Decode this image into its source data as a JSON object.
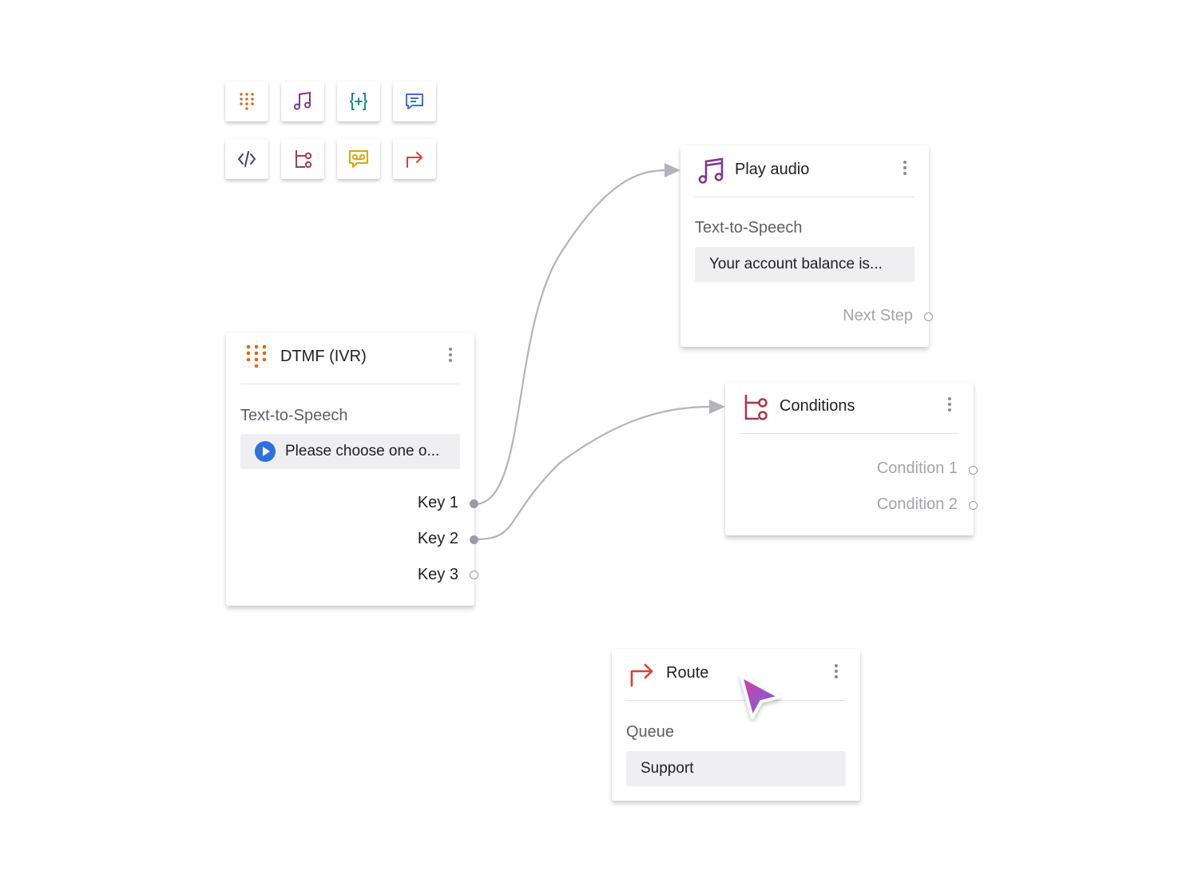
{
  "palette": [
    {
      "icon": "dialpad-icon",
      "color": "#e0670d"
    },
    {
      "icon": "music-note-icon",
      "color": "#7a3c8a"
    },
    {
      "icon": "variable-braces-icon",
      "color": "#1b8f86"
    },
    {
      "icon": "message-icon",
      "color": "#3e6fd8"
    },
    {
      "icon": "code-icon",
      "color": "#3f3a8a"
    },
    {
      "icon": "conditions-icon",
      "color": "#a83a4e"
    },
    {
      "icon": "voicemail-icon",
      "color": "#d9a514"
    },
    {
      "icon": "route-arrow-icon",
      "color": "#e23b3b"
    }
  ],
  "nodes": {
    "dtmf": {
      "title": "DTMF (IVR)",
      "icon": "dialpad-icon",
      "icon_color": "#e0670d",
      "section_label": "Text-to-Speech",
      "field_value": "Please choose one o...",
      "outputs": [
        "Key 1",
        "Key 2",
        "Key 3"
      ]
    },
    "play_audio": {
      "title": "Play audio",
      "icon": "music-note-icon",
      "icon_color": "#7a3c8a",
      "section_label": "Text-to-Speech",
      "field_value": "Your account balance is...",
      "outputs": [
        "Next Step"
      ]
    },
    "conditions": {
      "title": "Conditions",
      "icon": "conditions-icon",
      "icon_color": "#a83a4e",
      "outputs": [
        "Condition 1",
        "Condition 2"
      ]
    },
    "route": {
      "title": "Route",
      "icon": "route-arrow-icon",
      "icon_color": "#e23b3b",
      "section_label": "Queue",
      "field_value": "Support"
    }
  },
  "connections": [
    {
      "from": "dtmf.Key 1",
      "to": "play_audio"
    },
    {
      "from": "dtmf.Key 2",
      "to": "conditions"
    }
  ],
  "colors": {
    "connector": "#b3b3ba",
    "port": "#9a9aa2",
    "cursor_gradient": [
      "#e0399a",
      "#5b6cf0"
    ]
  }
}
